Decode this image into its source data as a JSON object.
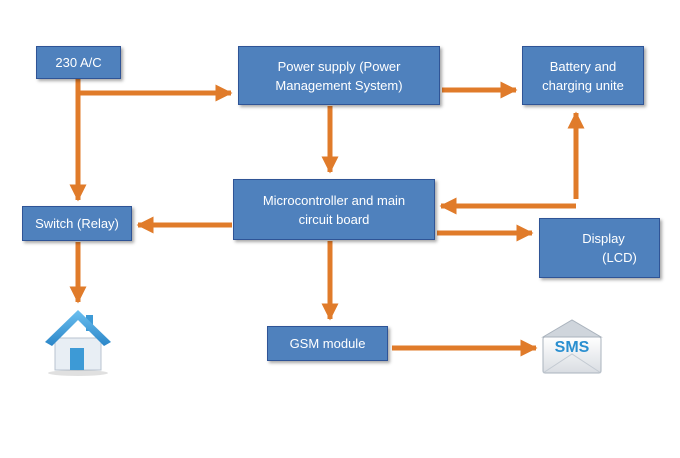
{
  "diagram": {
    "nodes": {
      "ac_source": {
        "line1": "230 A/C"
      },
      "power_supply": {
        "line1": "Power supply (Power",
        "line2": "Management System)"
      },
      "battery": {
        "line1": "Battery and",
        "line2": "charging unite"
      },
      "microcontroller": {
        "line1": "Microcontroller and main",
        "line2": "circuit board"
      },
      "switch": {
        "line1": "Switch (Relay)"
      },
      "display": {
        "line1": "Display",
        "line2": "(LCD)"
      },
      "gsm": {
        "line1": "GSM module"
      }
    },
    "icons": {
      "home": "house-icon",
      "sms": "sms-envelope-icon",
      "sms_label": "SMS"
    },
    "edges": [
      {
        "from": "230 A/C",
        "to": "Power supply (Power Management System)"
      },
      {
        "from": "230 A/C",
        "to": "Switch (Relay)"
      },
      {
        "from": "Power supply (Power Management System)",
        "to": "Battery and charging unite"
      },
      {
        "from": "Power supply (Power Management System)",
        "to": "Microcontroller and main circuit board"
      },
      {
        "from": "Microcontroller and main circuit board",
        "to": "Battery and charging unite"
      },
      {
        "from": "Battery and charging unite",
        "to": "Microcontroller and main circuit board"
      },
      {
        "from": "Microcontroller and main circuit board",
        "to": "Switch (Relay)"
      },
      {
        "from": "Microcontroller and main circuit board",
        "to": "Display (LCD)"
      },
      {
        "from": "Microcontroller and main circuit board",
        "to": "GSM module"
      },
      {
        "from": "Switch (Relay)",
        "to": "home"
      },
      {
        "from": "GSM module",
        "to": "SMS"
      }
    ],
    "colors": {
      "box_fill": "#4f81bd",
      "box_border": "#2f5496",
      "box_text": "#ffffff",
      "arrow": "#e07b2a",
      "house_roof": "#3d9ad6",
      "house_body": "#e8eef4",
      "sms_text": "#2a8fd0"
    }
  }
}
